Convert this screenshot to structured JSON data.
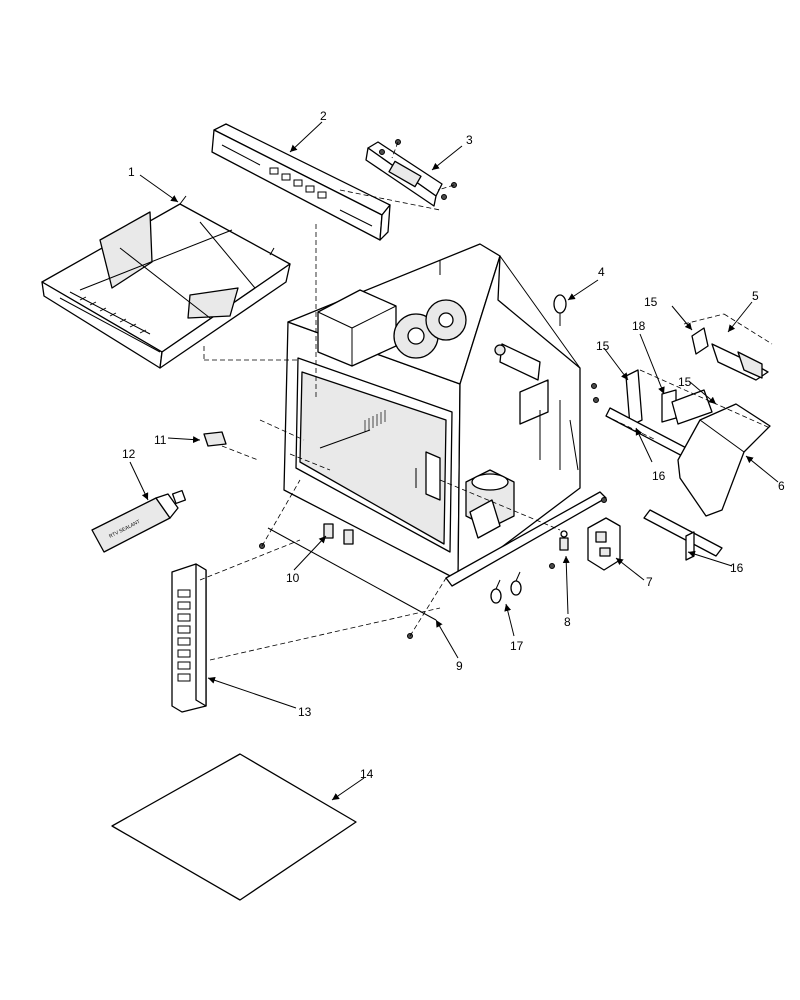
{
  "diagram": {
    "callouts": [
      "1",
      "2",
      "3",
      "4",
      "5",
      "6",
      "7",
      "8",
      "9",
      "10",
      "11",
      "12",
      "13",
      "14",
      "15",
      "15",
      "15",
      "16",
      "16",
      "17",
      "18"
    ],
    "sealant_tube_text": "RTV SEALANT"
  },
  "colors": {
    "line": "#000000",
    "background": "#ffffff",
    "shade": "#e9e9e9"
  }
}
